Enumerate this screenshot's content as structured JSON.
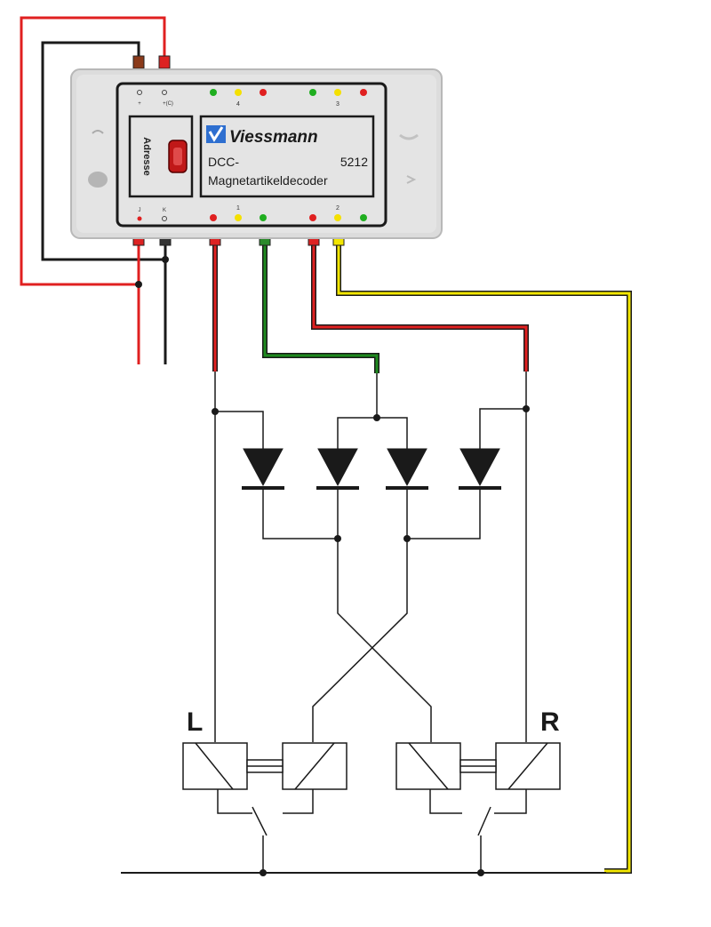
{
  "decoder": {
    "brand": "Viessmann",
    "line1": "DCC-",
    "model": "5212",
    "line2": "Magnetartikeldecoder",
    "address_label": "Adresse",
    "top_left_terminal_labels": [
      "+",
      "+(C)"
    ],
    "bottom_left_terminal_labels": [
      "J",
      "K"
    ],
    "output_group_labels": [
      "4",
      "3",
      "1",
      "2"
    ]
  },
  "coil_labels": {
    "left": "L",
    "right": "R"
  },
  "colors": {
    "red_wire": "#e02020",
    "black_wire": "#1a1a1a",
    "green_wire": "#1e8a1e",
    "yellow_wire": "#f2e600",
    "decoder_body": "#dcdcdc",
    "led_red": "#e02020",
    "led_yellow": "#f4e000",
    "led_green": "#1fae1f",
    "logo_blue": "#2e6fd0"
  }
}
